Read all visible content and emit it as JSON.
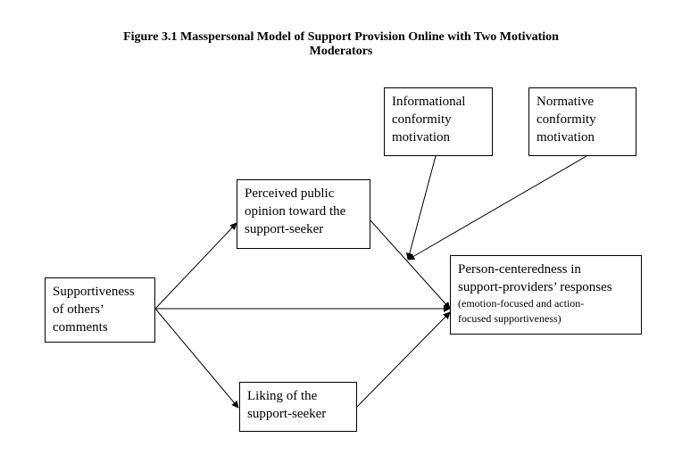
{
  "figure": {
    "title_line1": "Figure 3.1  Masspersonal Model of Support Provision Online with Two Motivation",
    "title_line2": "Moderators"
  },
  "nodes": {
    "supportiveness": {
      "lines": [
        "Supportiveness",
        "of others’",
        "comments"
      ]
    },
    "public_opinion": {
      "lines": [
        "Perceived public",
        "opinion toward the",
        "support-seeker"
      ]
    },
    "liking": {
      "lines": [
        "Liking of the",
        "support-seeker"
      ]
    },
    "informational": {
      "lines": [
        "Informational",
        "conformity",
        "motivation"
      ]
    },
    "normative": {
      "lines": [
        "Normative",
        "conformity",
        "motivation"
      ]
    },
    "person_centeredness": {
      "lines": [
        "Person-centeredness in",
        "support-providers’ responses"
      ],
      "note_lines": [
        "(emotion-focused and action-",
        "focused supportiveness)"
      ]
    }
  },
  "edges": [
    {
      "from": "supportiveness",
      "to": "public_opinion"
    },
    {
      "from": "supportiveness",
      "to": "person_centeredness"
    },
    {
      "from": "supportiveness",
      "to": "liking"
    },
    {
      "from": "public_opinion",
      "to": "person_centeredness"
    },
    {
      "from": "liking",
      "to": "person_centeredness"
    },
    {
      "from": "informational",
      "to": "public_opinion->person_centeredness"
    },
    {
      "from": "normative",
      "to": "public_opinion->person_centeredness"
    }
  ]
}
